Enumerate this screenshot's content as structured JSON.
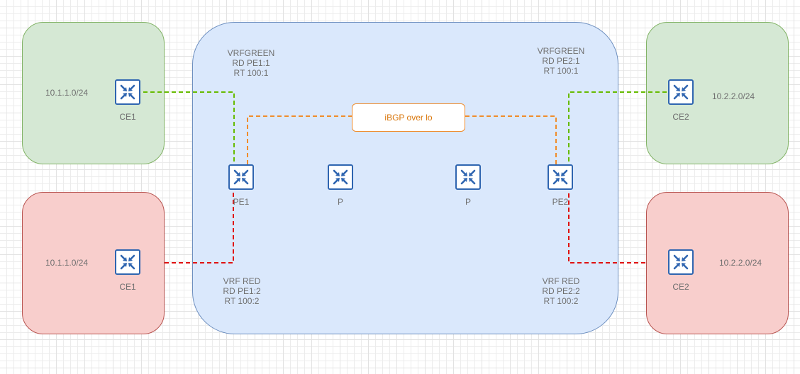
{
  "sites": {
    "left_green": {
      "subnet": "10.1.1.0/24",
      "router": "CE1"
    },
    "left_red": {
      "subnet": "10.1.1.0/24",
      "router": "CE1"
    },
    "right_green": {
      "subnet": "10.2.2.0/24",
      "router": "CE2"
    },
    "right_red": {
      "subnet": "10.2.2.0/24",
      "router": "CE2"
    }
  },
  "core": {
    "pe1": "PE1",
    "p1": "P",
    "p2": "P",
    "pe2": "PE2",
    "ibgp_label": "iBGP over lo"
  },
  "vrfs": {
    "green_pe1": {
      "name": "VRFGREEN",
      "rd": "RD PE1:1",
      "rt": "RT 100:1"
    },
    "green_pe2": {
      "name": "VRFGREEN",
      "rd": "RD PE2:1",
      "rt": "RT 100:1"
    },
    "red_pe1": {
      "name": "VRF RED",
      "rd": "RD PE1:2",
      "rt": "RT 100:2"
    },
    "red_pe2": {
      "name": "VRF RED",
      "rd": "RD PE2:2",
      "rt": "RT 100:2"
    }
  },
  "colors": {
    "green_link": "#66bb00",
    "red_link": "#e01010",
    "ibgp_link": "#f08c2c",
    "router_icon": "#2f65b0"
  },
  "icons": {
    "router": "router-arrows-icon"
  }
}
